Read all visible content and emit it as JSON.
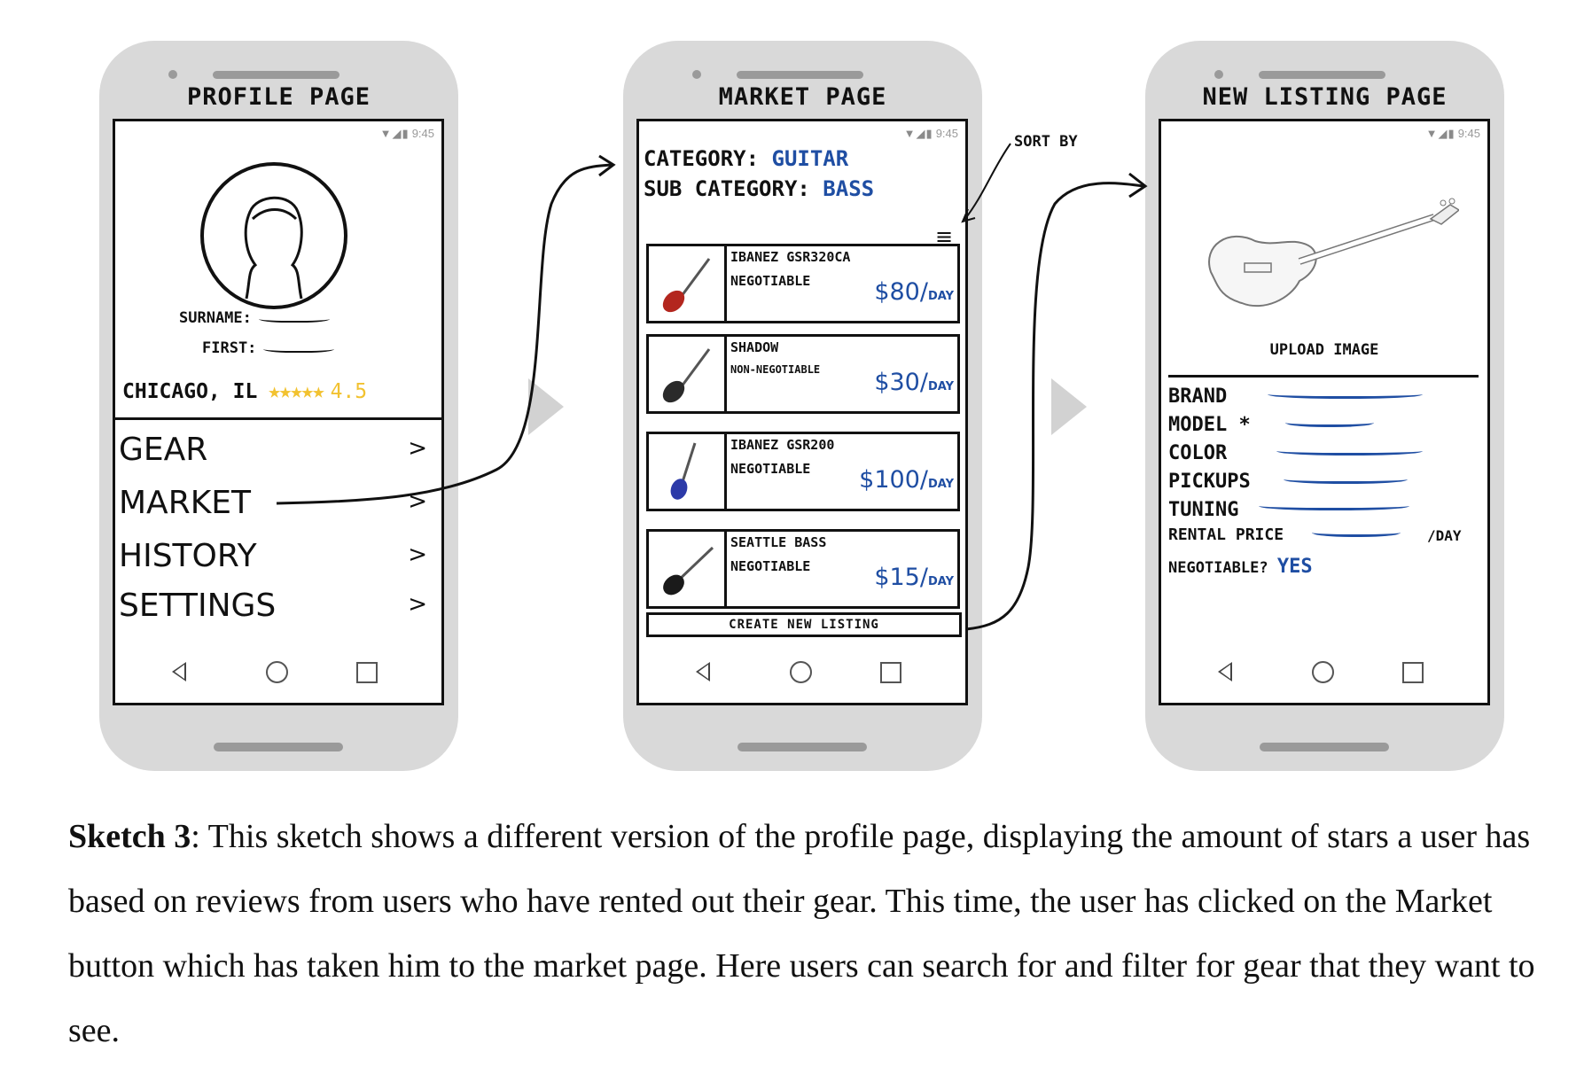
{
  "profile": {
    "title": "PROFILE PAGE",
    "time": "9:45",
    "surname_label": "SURNAME:",
    "first_label": "FIRST:",
    "city": "CHICAGO, IL",
    "stars": "★★★★★",
    "rating": "4.5",
    "menu": [
      {
        "label": "GEAR",
        "chevron": ">"
      },
      {
        "label": "MARKET",
        "chevron": ">"
      },
      {
        "label": "HISTORY",
        "chevron": ">"
      },
      {
        "label": "SETTINGS",
        "chevron": ">"
      }
    ]
  },
  "market": {
    "title": "MARKET PAGE",
    "time": "9:45",
    "category_label": "CATEGORY:",
    "category_value": "GUITAR",
    "subcategory_label": "SUB CATEGORY:",
    "subcategory_value": "BASS",
    "sort_annotation": "SORT BY",
    "sort_icon": "≡",
    "items": [
      {
        "name": "IBANEZ GSR320CA",
        "negotiable": "NEGOTIABLE",
        "price": "$80/",
        "per": "DAY",
        "color": "#b3261e"
      },
      {
        "name": "SHADOW",
        "negotiable": "NON-NEGOTIABLE",
        "price": "$30/",
        "per": "DAY",
        "color": "#2a2a2a"
      },
      {
        "name": "IBANEZ GSR200",
        "negotiable": "NEGOTIABLE",
        "price": "$100/",
        "per": "DAY",
        "color": "#2c3aa8"
      },
      {
        "name": "SEATTLE BASS",
        "negotiable": "NEGOTIABLE",
        "price": "$15/",
        "per": "DAY",
        "color": "#1a1a1a"
      }
    ],
    "create_button": "CREATE NEW LISTING"
  },
  "listing": {
    "title": "NEW LISTING PAGE",
    "time": "9:45",
    "upload_label": "UPLOAD IMAGE",
    "fields": [
      {
        "label": "BRAND"
      },
      {
        "label": "MODEL *"
      },
      {
        "label": "COLOR"
      },
      {
        "label": "PICKUPS"
      },
      {
        "label": "TUNING"
      },
      {
        "label": "RENTAL PRICE",
        "suffix": "/DAY"
      }
    ],
    "negotiable_label": "NEGOTIABLE?",
    "negotiable_value": "YES"
  },
  "caption": {
    "bold": "Sketch 3",
    "text": ": This sketch shows a different version of the profile page, displaying the amount of stars a user has based on reviews from users who have rented out their gear. This time, the user has clicked on the Market button which has taken him to the market page. Here users can search for and filter for gear that they want to see."
  }
}
